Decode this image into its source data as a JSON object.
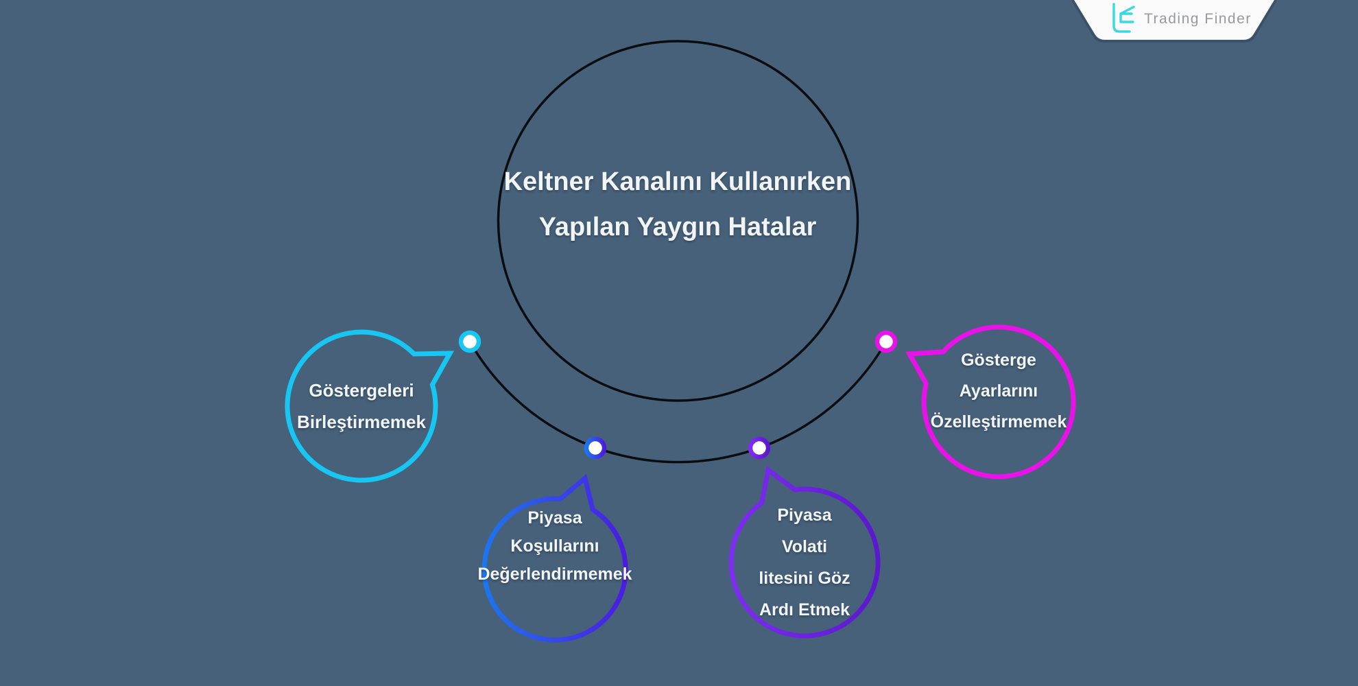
{
  "background_color": "#47617A",
  "outline_color": "#0A0C10",
  "brand": {
    "name": "Trading Finder",
    "icon_color": "#38D9E3",
    "text_color": "#97999C",
    "tab_color": "#FAFAFB"
  },
  "title": {
    "lines": [
      "Keltner Kanalını Kullanırken",
      "Yapılan Yaygın Hatalar"
    ],
    "color": "#F2F5F7"
  },
  "bubbles": [
    {
      "lines": [
        "Göstergeleri",
        "Birleştirmemek"
      ],
      "color": "#18C6F3"
    },
    {
      "lines": [
        "Piyasa",
        "Koşullarını",
        "Değerlendirmemek"
      ],
      "color": "#1B76F2",
      "color_end": "#4C1BE2"
    },
    {
      "lines": [
        "Piyasa",
        "Volati",
        "litesini Göz",
        "Ardı Etmek"
      ],
      "color": "#7E2DF2",
      "color_end": "#5B18CD"
    },
    {
      "lines": [
        "Gösterge",
        "Ayarlarını",
        "Özelleştirmemek"
      ],
      "color": "#E912E9"
    }
  ]
}
